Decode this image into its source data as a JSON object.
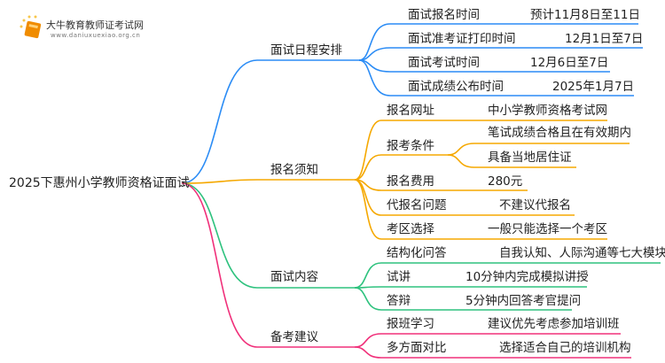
{
  "logo": {
    "title": "大牛教育教师证考试网",
    "url": "www.daniuxuexiao.org.cn"
  },
  "root": "2025下惠州小学教师资格证面试",
  "colors": {
    "blue": "#2b8cf5",
    "orange": "#f5a800",
    "green": "#2ec27e",
    "pink": "#f0307a"
  },
  "branches": [
    {
      "label": "面试日程安排",
      "items": [
        {
          "label": "面试报名时间",
          "value": "预计11月8日至11日"
        },
        {
          "label": "面试准考证打印时间",
          "value": "12月1日至7日"
        },
        {
          "label": "面试考试时间",
          "value": "12月6日至7日"
        },
        {
          "label": "面试成绩公布时间",
          "value": "2025年1月7日"
        }
      ]
    },
    {
      "label": "报名须知",
      "items": [
        {
          "label": "报名网址",
          "value": "中小学教师资格考试网"
        },
        {
          "label": "报考条件",
          "values": [
            "笔试成绩合格且在有效期内",
            "具备当地居住证"
          ]
        },
        {
          "label": "报名费用",
          "value": "280元"
        },
        {
          "label": "代报名问题",
          "value": "不建议代报名"
        },
        {
          "label": "考区选择",
          "value": "一般只能选择一个考区"
        }
      ]
    },
    {
      "label": "面试内容",
      "items": [
        {
          "label": "结构化问答",
          "value": "自我认知、人际沟通等七大模块"
        },
        {
          "label": "试讲",
          "value": "10分钟内完成模拟讲授"
        },
        {
          "label": "答辩",
          "value": "5分钟内回答考官提问"
        }
      ]
    },
    {
      "label": "备考建议",
      "items": [
        {
          "label": "报班学习",
          "value": "建议优先考虑参加培训班"
        },
        {
          "label": "多方面对比",
          "value": "选择适合自己的培训机构"
        }
      ]
    }
  ]
}
